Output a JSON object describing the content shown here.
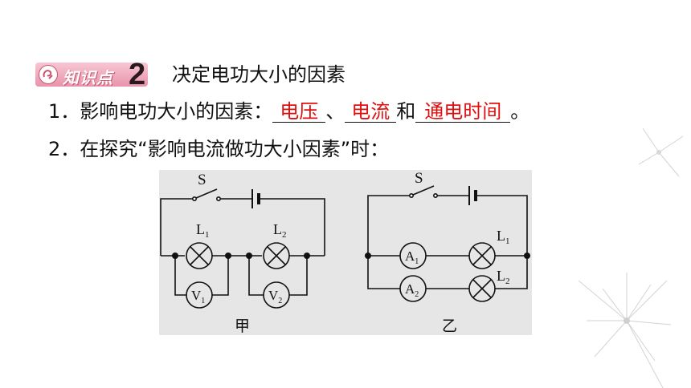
{
  "badge": {
    "label": "知识点",
    "number": "2"
  },
  "heading": "决定电功大小的因素",
  "item1": {
    "prefix": "1．影响电功大小的因素：",
    "blanks": [
      "电压",
      "电流",
      "通电时间"
    ],
    "sep1": "、",
    "sep2": "和",
    "end": "。"
  },
  "item2": {
    "text": "2．在探究“影响电流做功大小因素”时："
  },
  "circuit_left": {
    "caption": "甲",
    "switch": "S",
    "lamp1": "L",
    "lamp1_sub": "1",
    "lamp2": "L",
    "lamp2_sub": "2",
    "meter1": "V",
    "meter1_sub": "1",
    "meter2": "V",
    "meter2_sub": "2"
  },
  "circuit_right": {
    "caption": "乙",
    "switch": "S",
    "meter1": "A",
    "meter1_sub": "1",
    "meter2": "A",
    "meter2_sub": "2",
    "lamp1": "L",
    "lamp1_sub": "1",
    "lamp2": "L",
    "lamp2_sub": "2"
  },
  "colors": {
    "answer": "#e01010",
    "badge": "#e993ab",
    "figure_bg": "#e6e6e6"
  }
}
